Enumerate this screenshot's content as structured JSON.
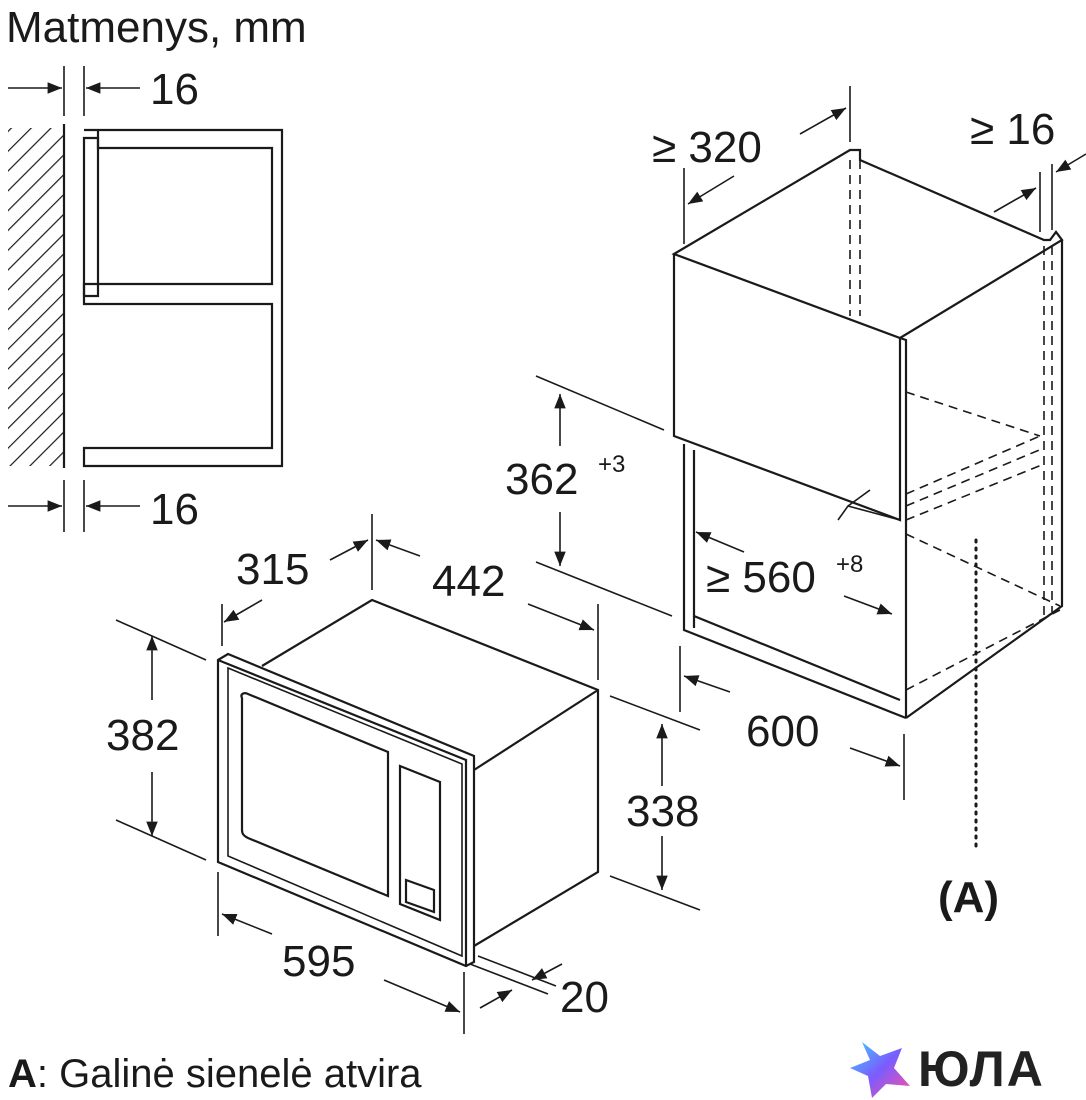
{
  "title": "Matmenys, mm",
  "dimensions": {
    "side_top": "16",
    "side_bottom": "16",
    "niche_depth": "≥ 320",
    "niche_side": "≥ 16",
    "niche_height": "362",
    "niche_height_tol": "+3",
    "niche_width": "≥ 560",
    "niche_width_tol": "+8",
    "cabinet_width": "600",
    "oven_depth": "315",
    "oven_body_width": "442",
    "oven_front_height": "382",
    "oven_body_height": "338",
    "oven_front_width": "595",
    "oven_front_thickness": "20"
  },
  "marker": "(A)",
  "legend": {
    "key": "A",
    "text": ": Galinė sienelė atvira"
  },
  "logo": {
    "text": "ЮЛА",
    "icon": "star-logo-icon"
  }
}
